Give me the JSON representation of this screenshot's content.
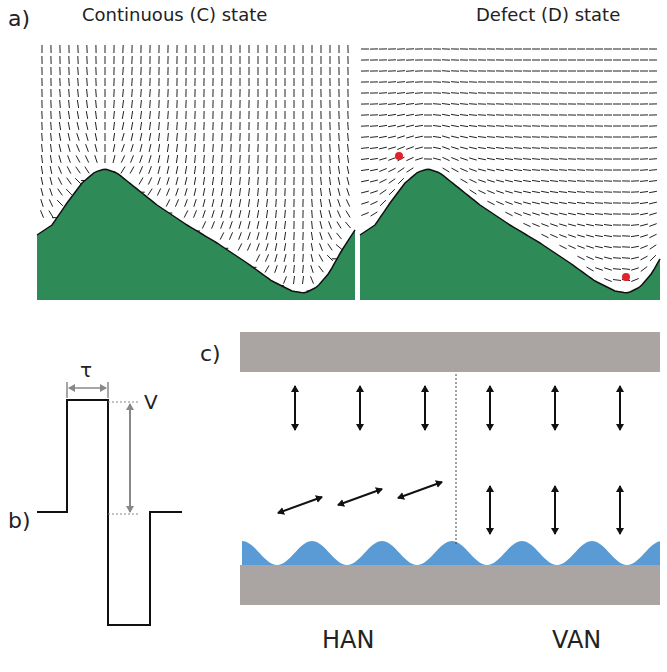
{
  "diagram": {
    "labels": [
      "a)",
      "Continuous (C) state",
      "Defect (D) state",
      "b)",
      "τ",
      "V",
      "c)",
      "HAN",
      "VAN"
    ]
  }
}
